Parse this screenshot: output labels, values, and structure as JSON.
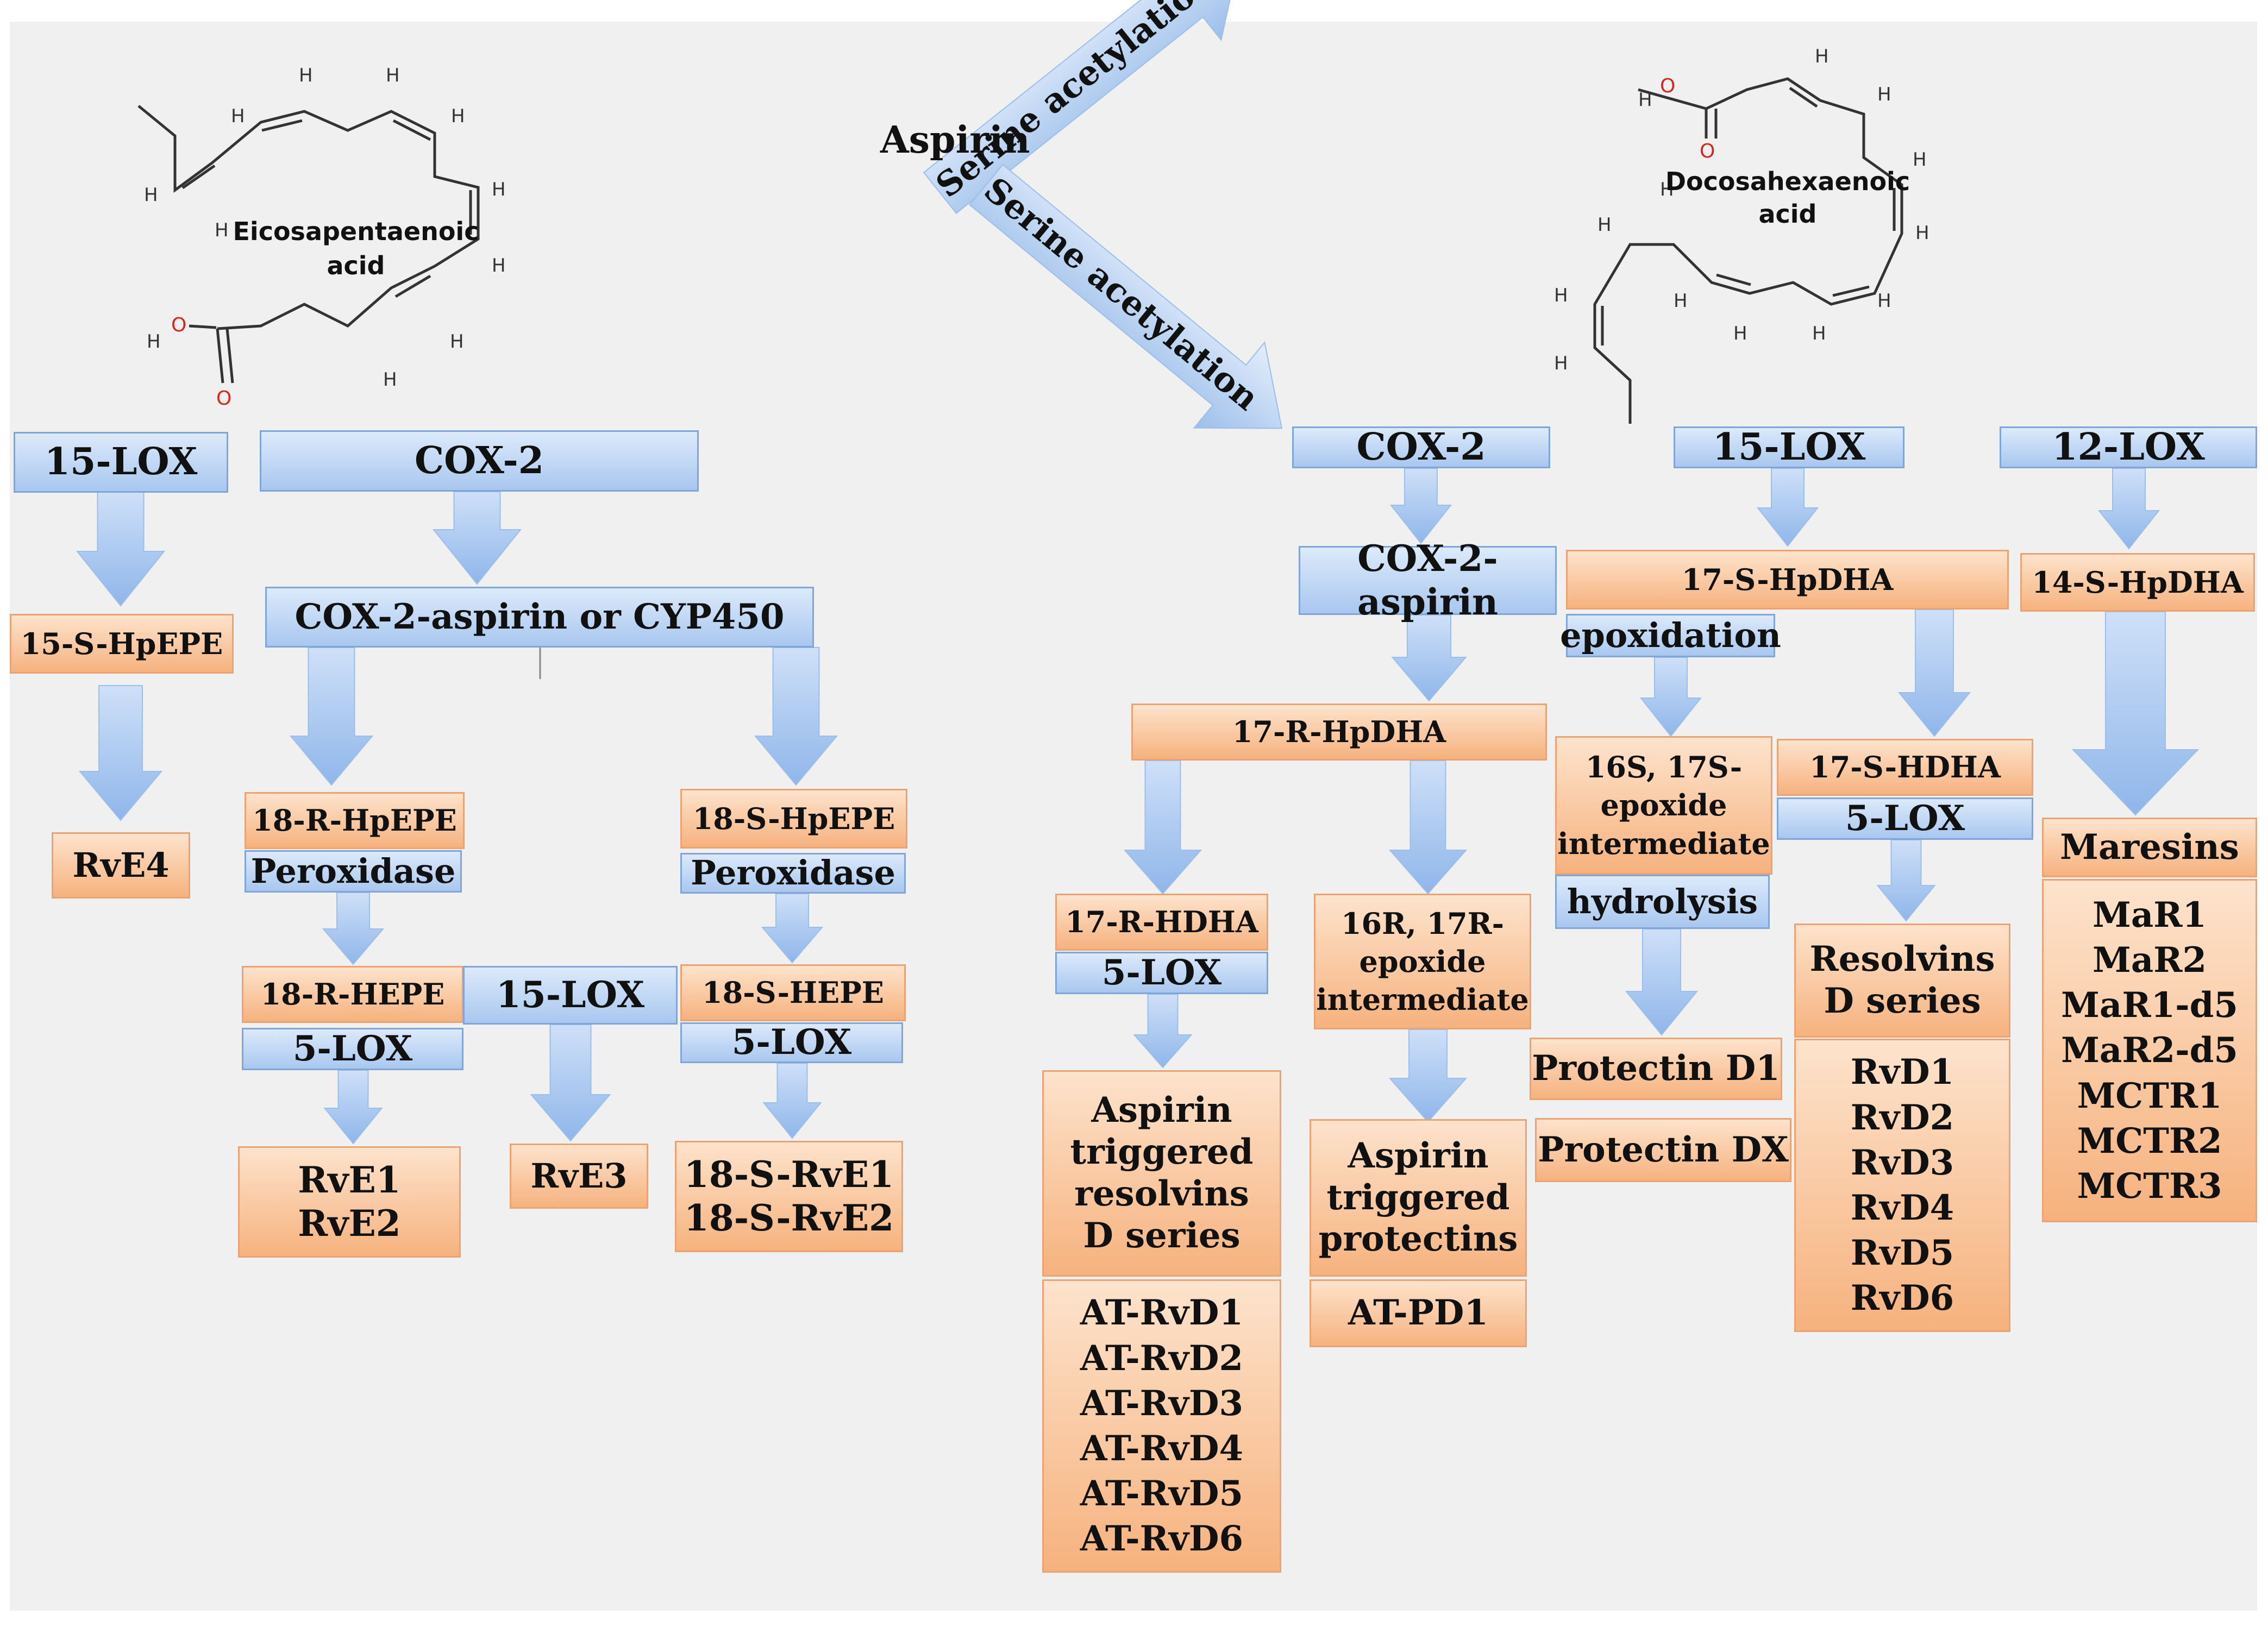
{
  "title": "Aspirin",
  "colors": {
    "enzyme_box": "#a9c7ef",
    "product_box": "#f6b27e",
    "arrow": "#9dc1ee",
    "background": "#f0f0f0"
  },
  "molecules": {
    "epa": {
      "name_lines": [
        "Eicosapentaenoic",
        "acid"
      ],
      "atom_o": "O",
      "atom_h": "H"
    },
    "dha": {
      "name_lines": [
        "Docosahexaenoic",
        "acid"
      ],
      "atom_o": "O",
      "atom_h": "H"
    }
  },
  "arrow_labels": {
    "left": "Serine acetylation",
    "right": "Serine acetylation"
  },
  "left": {
    "lox15": {
      "enzyme": "15-LOX",
      "intermediate": "15-S-HpEPE",
      "product": "RvE4"
    },
    "cox2": "COX-2",
    "cox2_aspirin": "COX-2-aspirin or CYP450",
    "r_branch": {
      "hpepe": "18-R-HpEPE",
      "enzyme1": "Peroxidase",
      "hepe": "18-R-HEPE",
      "enzyme2": "5-LOX",
      "products": [
        "RvE1",
        "RvE2"
      ]
    },
    "mid": {
      "enzyme": "15-LOX",
      "product": "RvE3"
    },
    "s_branch": {
      "hpepe": "18-S-HpEPE",
      "enzyme1": "Peroxidase",
      "hepe": "18-S-HEPE",
      "enzyme2": "5-LOX",
      "products": [
        "18-S-RvE1",
        "18-S-RvE2"
      ]
    }
  },
  "right": {
    "cox2": "COX-2",
    "cox2_aspirin": "COX-2-aspirin",
    "r_hpdha": "17-R-HpDHA",
    "r_hdha": "17-R-HDHA",
    "r_lox5": "5-LOX",
    "at_resolvins_title": [
      "Aspirin",
      "triggered",
      "resolvins",
      "D series"
    ],
    "at_resolvins": [
      "AT-RvD1",
      "AT-RvD2",
      "AT-RvD3",
      "AT-RvD4",
      "AT-RvD5",
      "AT-RvD6"
    ],
    "epoxide_r": [
      "16R, 17R-",
      "epoxide",
      "intermediate"
    ],
    "at_protectins_title": [
      "Aspirin",
      "triggered",
      "protectins"
    ],
    "at_pd1": "AT-PD1",
    "lox15": "15-LOX",
    "s_hpdha": "17-S-HpDHA",
    "epoxidation": "epoxidation",
    "epoxide_s": [
      "16S, 17S-",
      "epoxide",
      "intermediate"
    ],
    "hydrolysis": "hydrolysis",
    "protectin_d1": "Protectin D1",
    "protectin_dx": "Protectin DX",
    "s_hdha": "17-S-HDHA",
    "s_lox5": "5-LOX",
    "resolvins_title": [
      "Resolvins",
      "D series"
    ],
    "resolvins": [
      "RvD1",
      "RvD2",
      "RvD3",
      "RvD4",
      "RvD5",
      "RvD6"
    ],
    "lox12": "12-LOX",
    "hpdha14": "14-S-HpDHA",
    "maresins_title": "Maresins",
    "maresins": [
      "MaR1",
      "MaR2",
      "MaR1-d5",
      "MaR2-d5",
      "MCTR1",
      "MCTR2",
      "MCTR3"
    ]
  }
}
